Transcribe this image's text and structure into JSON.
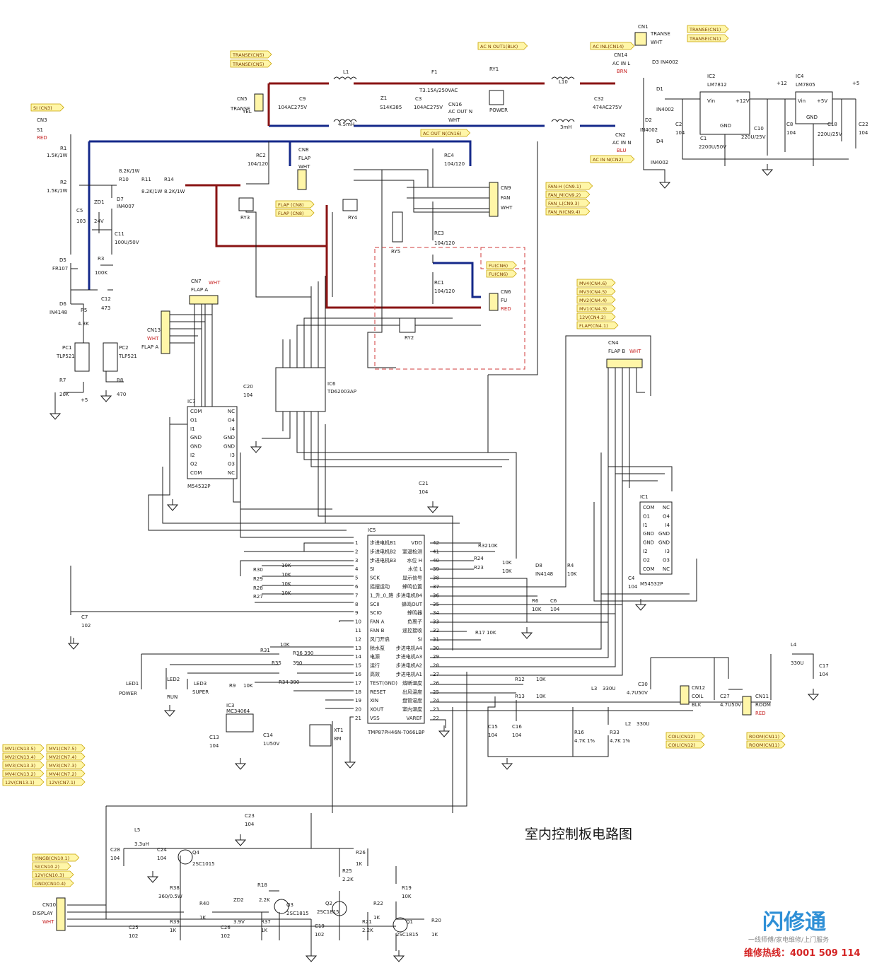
{
  "title": "室内控制板电路图",
  "watermark": {
    "brand": "闪修通",
    "slogan": "一线师傅/家电维修/上门服务",
    "hotline": "维修热线：4001 509 114"
  },
  "colors": {
    "wire": "#1a1a1a",
    "bus_blue": "#15298a",
    "bus_red": "#8a1414",
    "tag_fill": "#fff6a8",
    "brand": "#2e8fd6",
    "hotline": "#d42424"
  },
  "net_tags": {
    "transe_cn5": "TRANSE(CN5)",
    "transe_cn1": "TRANSE(CN1)",
    "si_cn3": "SI (CN3)",
    "ac_out1": "AC N OUT1(BLK)",
    "ac_inl": "AC INL(CN14)",
    "ac_out_n": "AC OUT N(CN16)",
    "ac_in_n": "AC IN N(CN2)",
    "flap_cn8": "FLAP (CN8)",
    "fan_h": "FAN-H (CN9.1)",
    "fan_m": "FAN_M(CN9.2)",
    "fan_l": "FAN_L(CN9.3)",
    "fan_n": "FAN_N(CN9.4)",
    "fu_cn6": "FU(CN6)",
    "mv4_cn4": "MV4(CN4.6)",
    "mv3_cn4": "MV3(CN4.5)",
    "mv2_cn4": "MV2(CN4.4)",
    "mv1_cn4": "MV1(CN4.3)",
    "v12_cn4": "12V(CN4.2)",
    "flap_cn4": "FLAP(CN4.1)",
    "mv1_cn13": "MV1(CN13.5)",
    "mv2_cn13": "MV2(CN13.4)",
    "mv3_cn13": "MV3(CN13.3)",
    "mv4_cn13": "MV4(CN13.2)",
    "v12_cn13": "12V(CN13.1)",
    "mv1_cn7": "MV1(CN7.5)",
    "mv2_cn7": "MV2(CN7.4)",
    "mv3_cn7": "MV3(CN7.3)",
    "mv4_cn7": "MV4(CN7.2)",
    "v12_cn7": "12V(CN7.1)",
    "coil_cn12": "COIL(CN12)",
    "room_cn11": "ROOM(CN11)",
    "yingb_cn10": "YINGB(CN10.1)",
    "si_cn10": "SI(CN10.2)",
    "v12_cn10": "12V(CN10.3)",
    "gnd_cn10": "GND(CN10.4)"
  },
  "labels": {
    "cn3": "CN3",
    "s1": "S1",
    "red": "RED",
    "r1": "R1",
    "r1v": "1.5K/1W",
    "r2": "R2",
    "r2v": "1.5K/1W",
    "c5": "C5",
    "c5v": "103",
    "zd1": "ZD1",
    "zd1v": "24V",
    "d7": "D7",
    "d7v": "IN4007",
    "r10": "R10",
    "r10v": "8.2K/1W",
    "r11": "R11",
    "r11v": "8.2K/1W",
    "r14": "R14",
    "r14v": "8.2K/1W",
    "c11": "C11",
    "c11v": "100U/50V",
    "d5": "D5",
    "d5v": "FR107",
    "r3": "R3",
    "r3v": "100K",
    "c12": "C12",
    "c12v": "473",
    "d6": "D6",
    "d6v": "IN4148",
    "r5": "R5",
    "r5v": "4.3K",
    "pc1": "PC1",
    "pc1v": "TLP521",
    "pc2": "PC2",
    "pc2v": "TLP521",
    "r7": "R7",
    "r7v": "20K",
    "r8": "R8",
    "r8v": "470",
    "c7": "C7",
    "c7v": "102",
    "p5": "+5",
    "p12": "+12",
    "cn5": "CN5",
    "transe": "TRANSE",
    "yel": "YEL",
    "c9": "C9",
    "c9v": "104AC275V",
    "l1": "L1",
    "l1v": "4.5mH",
    "z1": "Z1",
    "z1v": "S14K385",
    "c3": "C3",
    "c3v": "104AC275V",
    "f1": "F1",
    "f1v": "T3.15A/250VAC",
    "cn16": "CN16",
    "acoutn": "AC OUT N",
    "wht": "WHT",
    "ry1": "RY1",
    "power": "POWER",
    "l10": "L10",
    "l10v": "3mH",
    "c32": "C32",
    "c32v": "474AC275V",
    "cn14": "CN14",
    "acinl": "AC IN L",
    "brn": "BRN",
    "cn2": "CN2",
    "acinn": "AC IN N",
    "blu": "BLU",
    "rc2": "RC2",
    "rc2v": "104/120",
    "cn8": "CN8",
    "flap": "FLAP",
    "rc4": "RC4",
    "rc4v": "104/120",
    "ry3": "RY3",
    "ry4": "RY4",
    "ry5": "RY5",
    "ry2": "RY2",
    "rc3": "RC3",
    "rc3v": "104/120",
    "rc1": "RC1",
    "rc1v": "104/120",
    "cn9": "CN9",
    "fan": "FAN",
    "cn6": "CN6",
    "fu": "FU",
    "cn1": "CN1",
    "d3": "D3",
    "d3v": "IN4002",
    "d1": "D1",
    "d1v": "IN4002",
    "d2": "D2",
    "d2v": "IN4002",
    "d4": "D4",
    "d4v": "IN4002",
    "ic2": "IC2",
    "lm7812": "LM7812",
    "vin": "Vin",
    "p12v": "+12V",
    "gnd": "GND",
    "ic4": "IC4",
    "lm7805": "LM7805",
    "p5v": "+5V",
    "c1": "C1",
    "c1v": "2200U/50V",
    "c2": "C2",
    "c2v": "104",
    "c10": "C10",
    "c10v": "220U/25V",
    "c8": "C8",
    "c8v": "104",
    "c18": "C18",
    "c18v": "220U/25V",
    "c22": "C22",
    "c22v": "104",
    "cn7": "CN7",
    "flapa": "FLAP A",
    "cn13": "CN13",
    "cn4": "CN4",
    "flapb": "FLAP B",
    "ic7": "IC7",
    "ic1": "IC1",
    "m54532p": "M54532P",
    "ic6": "IC6",
    "td62003ap": "TD62003AP",
    "c20": "C20",
    "c20v": "104",
    "c21": "C21",
    "c21v": "104",
    "c4": "C4",
    "c4v": "104",
    "ic5": "IC5",
    "ic5part": "TMP87PH46N-7066LBP",
    "d8": "D8",
    "d8v": "IN4148",
    "r4": "R4",
    "r4v": "10K",
    "r6": "R6",
    "r6v": "10K",
    "c6": "C6",
    "c6v": "104",
    "led1": "LED1",
    "led2": "LED2",
    "led3": "LED3",
    "led_power": "POWER",
    "led_run": "RUN",
    "led_super": "SUPER",
    "r9": "R9",
    "r9v": "10K",
    "ic3": "IC3",
    "mc34064": "MC34064",
    "c13": "C13",
    "c13v": "104",
    "c14": "C14",
    "c14v": "1U50V",
    "xt1": "XT1",
    "xt1v": "8M",
    "c15": "C15",
    "c15v": "104",
    "c16": "C16",
    "c16v": "104",
    "l3": "L3",
    "l3v": "330U",
    "l2": "L2",
    "l2v": "330U",
    "l4": "L4",
    "l4v": "330U",
    "r16": "R16",
    "r16v": "4.7K 1%",
    "r33": "R33",
    "r33v": "4.7K 1%",
    "c30": "C30",
    "c30v": "4.7U50V",
    "c27": "C27",
    "c27v": "4.7U50V",
    "c17": "C17",
    "c17v": "104",
    "cn12": "CN12",
    "coil": "COIL",
    "blk": "BLK",
    "cn11": "CN11",
    "room": "ROOM",
    "r12": "R12",
    "r13": "R13",
    "r17": "R17",
    "r17v": "10K",
    "r32": "R32",
    "r24": "R24",
    "r23": "R23",
    "r30": "R30",
    "r29": "R29",
    "r28": "R28",
    "r27": "R27",
    "r31": "R31",
    "r36": "R36 390",
    "r35": "R35",
    "r34": "R34 390",
    "v10k": "10K",
    "v390": "390",
    "c23": "C23",
    "c23v": "104",
    "l5": "L5",
    "l5v": "3.3uH",
    "c28": "C28",
    "c28v": "104",
    "c24": "C24",
    "c24v": "104",
    "q4": "Q4",
    "q4v": "2SC1015",
    "r26": "R26",
    "r26v": "1K",
    "r25": "R25",
    "r25v": "2.2K",
    "r38": "R38",
    "r38v": "360/0.5W",
    "r39": "R39",
    "r39v": "1K",
    "r40": "R40",
    "r40v": "1K",
    "zd2": "ZD2",
    "zd2v": "3.9V",
    "c26": "C26",
    "c26v": "102",
    "c25": "C25",
    "c25v": "102",
    "r18": "R18",
    "r18v": "2.2K",
    "q3": "Q3",
    "q3v": "2SC1815",
    "r37": "R37",
    "r37v": "1K",
    "c19": "C19",
    "c19v": "102",
    "q2": "Q2",
    "q2v": "2SC1815",
    "r22": "R22",
    "r22v": "1K",
    "r21": "R21",
    "r21v": "2.2K",
    "r19": "R19",
    "r19v": "10K",
    "q1": "Q1",
    "q1v": "2SC1815",
    "r20": "R20",
    "r20v": "1K",
    "cn10": "CN10",
    "display": "DISPLAY"
  },
  "ic5_left_pins": [
    "步进电机B1",
    "步进电机B2",
    "步进电机B3",
    "SI",
    "SCK",
    "摇摆运动",
    "1_升_0_降",
    "SCII",
    "SCIO",
    "FAN A",
    "FAN B",
    "风门开启",
    "除水泵",
    "电源",
    "运行",
    "高效",
    "TEST(GND)",
    "RESET",
    "XIN",
    "XOUT",
    "VSS"
  ],
  "ic5_right_pins": [
    "VDD",
    "室温检测",
    "水位 H",
    "水位 L",
    "显示信号",
    "蜂鸣位置",
    "步进电机B4",
    "蜂鸣OUT",
    "蜂鸣器",
    "负离子",
    "遥控接收",
    "SI",
    "步进电机A4",
    "步进电机A3",
    "步进电机A2",
    "步进电机A1",
    "熔断温度",
    "出风温度",
    "盘管温度",
    "室内温度",
    "VAREF"
  ],
  "m5453_pins_left": [
    "COM",
    "O1",
    "I1",
    "GND",
    "GND",
    "I2",
    "O2",
    "COM"
  ],
  "m5453_pins_right": [
    "NC",
    "O4",
    "I4",
    "GND",
    "GND",
    "I3",
    "O3",
    "NC"
  ]
}
